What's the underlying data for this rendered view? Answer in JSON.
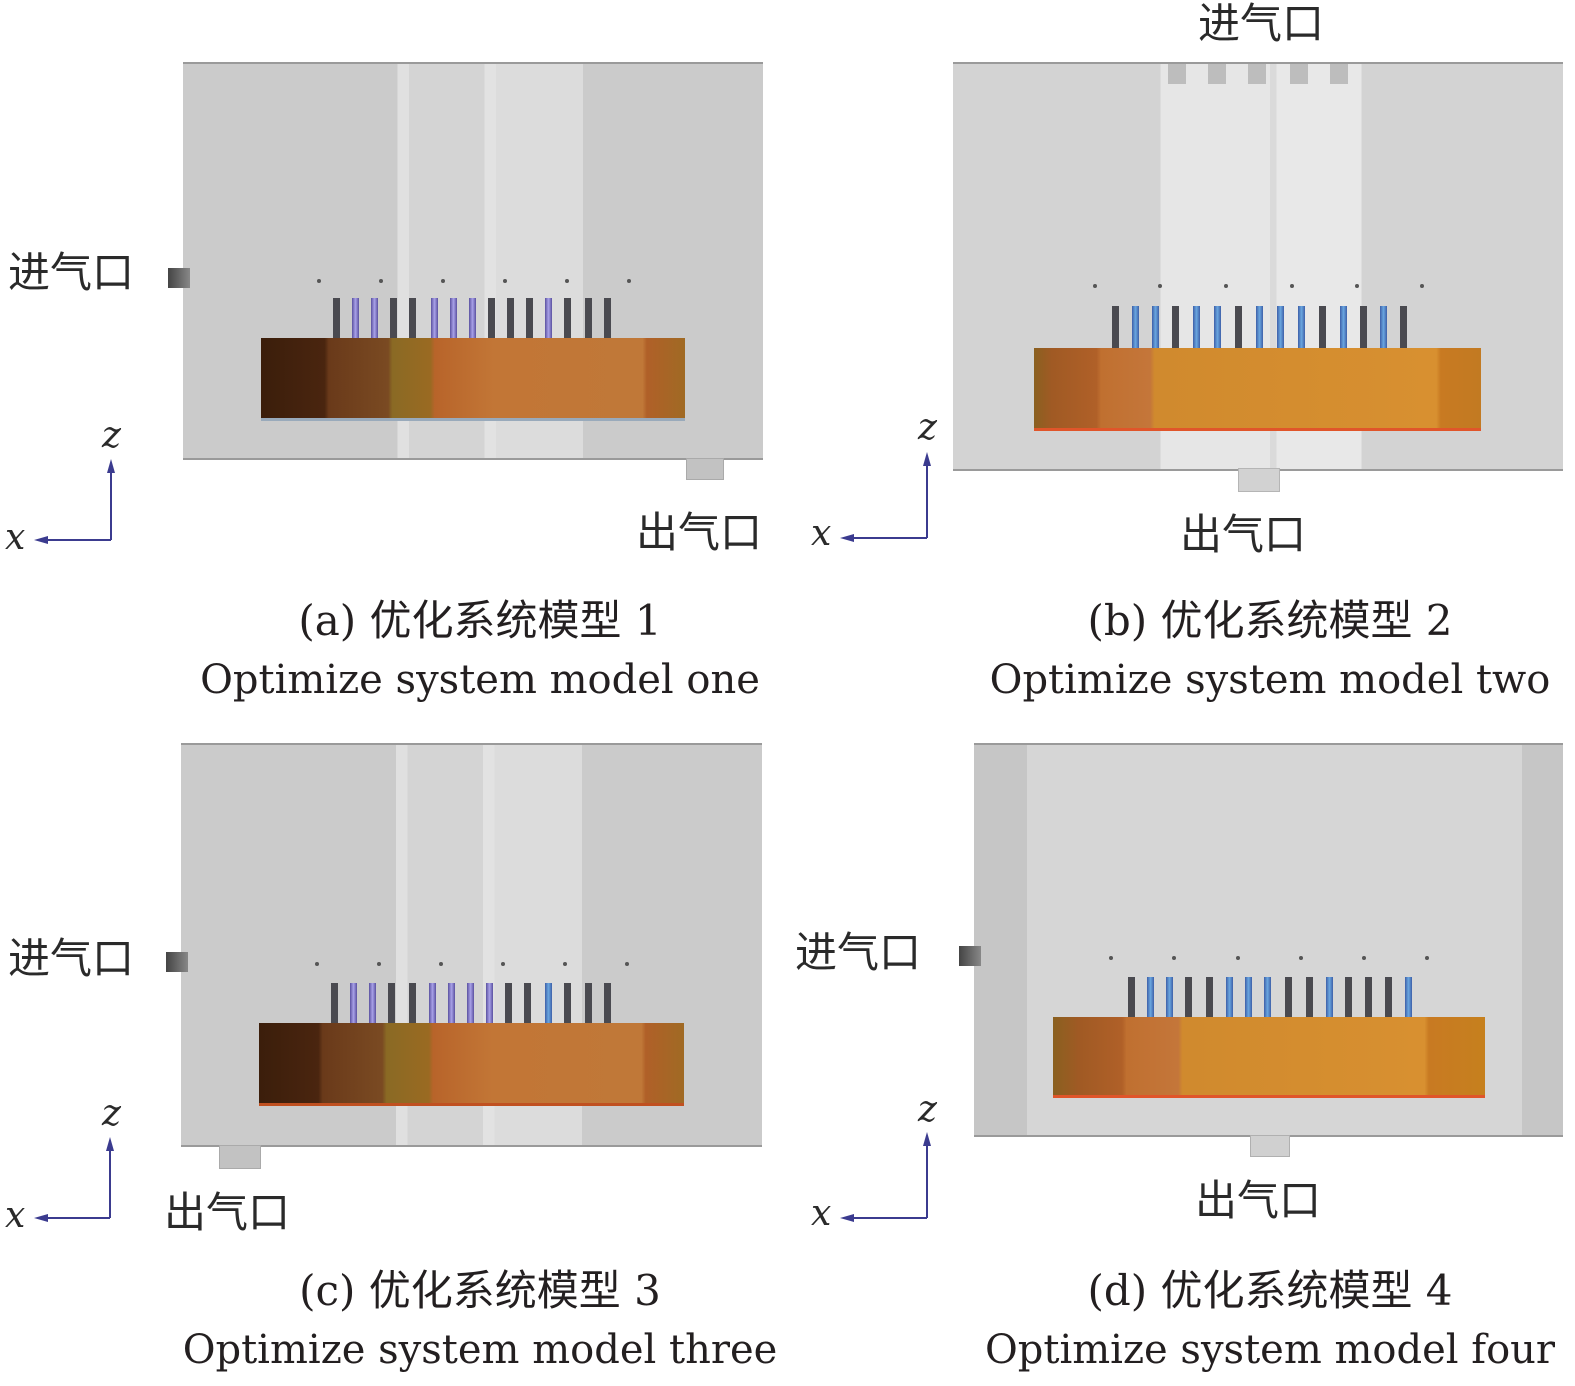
{
  "labels": {
    "inlet": "进气口",
    "outlet": "出气口",
    "axis_x": "x",
    "axis_z": "z"
  },
  "panels": [
    {
      "id": "a",
      "caption_cn": "(a) 优化系统模型 1",
      "caption_en": "Optimize system model one"
    },
    {
      "id": "b",
      "caption_cn": "(b) 优化系统模型 2",
      "caption_en": "Optimize system model two"
    },
    {
      "id": "c",
      "caption_cn": "(c) 优化系统模型 3",
      "caption_en": "Optimize system model three"
    },
    {
      "id": "d",
      "caption_cn": "(d) 优化系统模型 4",
      "caption_en": "Optimize system model four"
    }
  ],
  "colors": {
    "housing": "#cfcfcf",
    "axis_arrow": "#3b3b8f",
    "fin_dark": "#4a4a50",
    "fin_blue": "#6aa7e0",
    "fin_purple": "#a9a2e8",
    "heatsink_hot": "#d8862a",
    "heatsink_cool": "#3a2010"
  }
}
